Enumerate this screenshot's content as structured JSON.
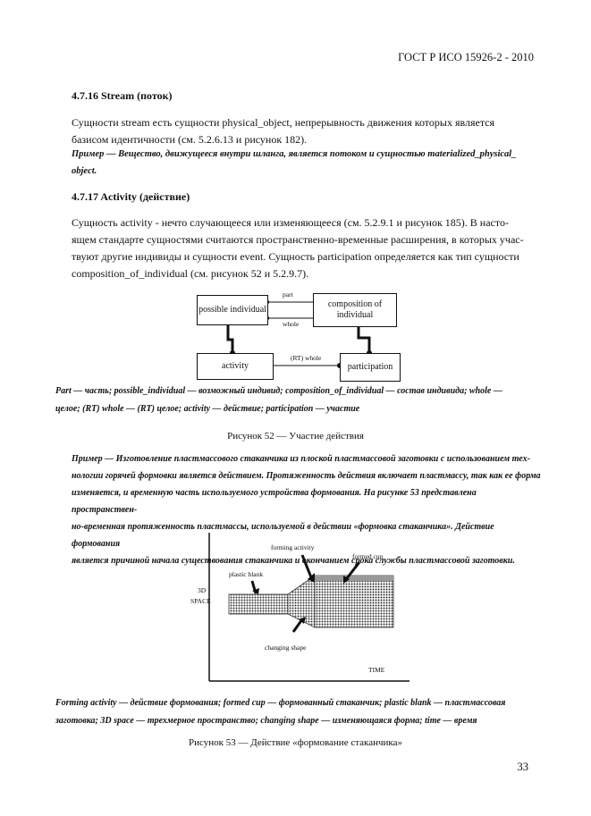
{
  "header": {
    "doc_id": "ГОСТ Р ИСО 15926-2 - 2010"
  },
  "section_4716": {
    "heading": "4.7.16 Stream (поток)",
    "para_line1": "Сущности stream есть сущности physical_object, непрерывность движения которых является",
    "para_line2": "базисом идентичности (см. 5.2.6.13 и рисунок 182).",
    "note_line1": "Пример — Вещество, движущееся внутри шланга, является потоком и сущностью materialized_physical_",
    "note_line2": "object."
  },
  "section_4717": {
    "heading": "4.7.17 Activity (действие)",
    "para_line1": "Сущность activity  - нечто случающееся или изменяющееся (см. 5.2.9.1 и рисунок 185). В насто-",
    "para_line2": "ящем стандарте сущностями считаются пространственно-временные расширения, в которых учас-",
    "para_line3": "твуют другие индивиды и сущности event. Сущность participation определяется как тип сущности",
    "para_line4": "composition_of_individual (см. рисунок 52 и 5.2.9.7)."
  },
  "figure52": {
    "boxes": {
      "possible_individual": "possible individual",
      "composition": "composition  of individual",
      "activity": "activity",
      "participation": "participation"
    },
    "labels": {
      "part": "part",
      "whole": "whole",
      "rt_whole": "(RT) whole"
    },
    "legend_line1": "Part — часть; possible_individual — возможный индивид; composition_of_individual — состав индивида; whole —",
    "legend_line2": "целое; (RT) whole — (RT) целое; activity — действие; participation — участие",
    "caption": "Рисунок 52 — Участие действия"
  },
  "example": {
    "line1": "Пример — Изготовление пластмассового стаканчика из плоской пластмассовой заготовки с использованием тех-",
    "line2": "нологии горячей формовки является действием. Протяженность действия включает пластмассу, так как ее форма",
    "line3": "изменяется, и временную часть используемого устройства формования. На рисунке 53 представлена пространствен-",
    "line4": "но-временная протяженность пластмассы, используемой в действии «формовка стаканчика». Действие формования",
    "line5": "является причиной начала существования стаканчика и окончанием срока службы пластмассовой заготовки."
  },
  "figure53": {
    "labels": {
      "forming_activity": "forming activity",
      "formed_cup": "formed cup",
      "plastic_blank": "plastic blank",
      "space_3d": "3D",
      "space_word": "SPACE",
      "changing_shape": "changing shape",
      "time": "TIME"
    },
    "legend_line1": "Forming activity — действие формования; formed cup — формованный стаканчик; plastic blank — пластмассовая",
    "legend_line2": "заготовка; 3D space — трехмерное пространство; changing shape — изменяющаяся форма; time — время",
    "caption": "Рисунок 53 — Действие «формование стаканчика»"
  },
  "page_number": "33"
}
